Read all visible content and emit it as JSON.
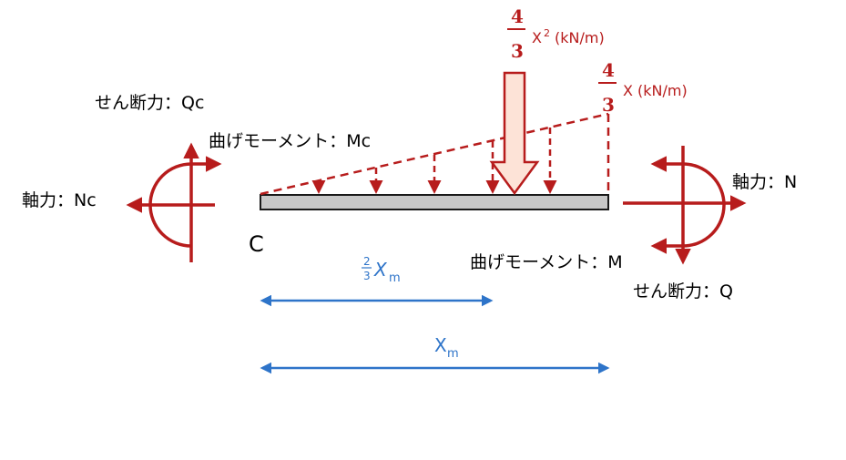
{
  "labels": {
    "axial_left": "軸力：Nc",
    "shear_left": "せん断力：Qc",
    "moment_left": "曲げモーメント：Mc",
    "point_c": "C",
    "axial_right": "軸力：N",
    "moment_right": "曲げモーメント：M",
    "shear_right": "せん断力：Q"
  },
  "loads": {
    "resultant_numerator": "4",
    "resultant_denominator": "3",
    "resultant_var": "X",
    "resultant_exp": "2",
    "resultant_unit": "(kN/m)",
    "intensity_numerator": "4",
    "intensity_denominator": "3",
    "intensity_text": "X (kN/m)"
  },
  "dimensions": {
    "two_thirds_num": "2",
    "two_thirds_den": "3",
    "two_thirds_var": "X",
    "two_thirds_sub": "m",
    "length_var": "X",
    "length_sub": "m"
  },
  "colors": {
    "force": "#b71c1c",
    "dimension": "#2e74c9",
    "beam_fill": "#c8c8c8",
    "resultant_fill": "#fde3d7"
  }
}
